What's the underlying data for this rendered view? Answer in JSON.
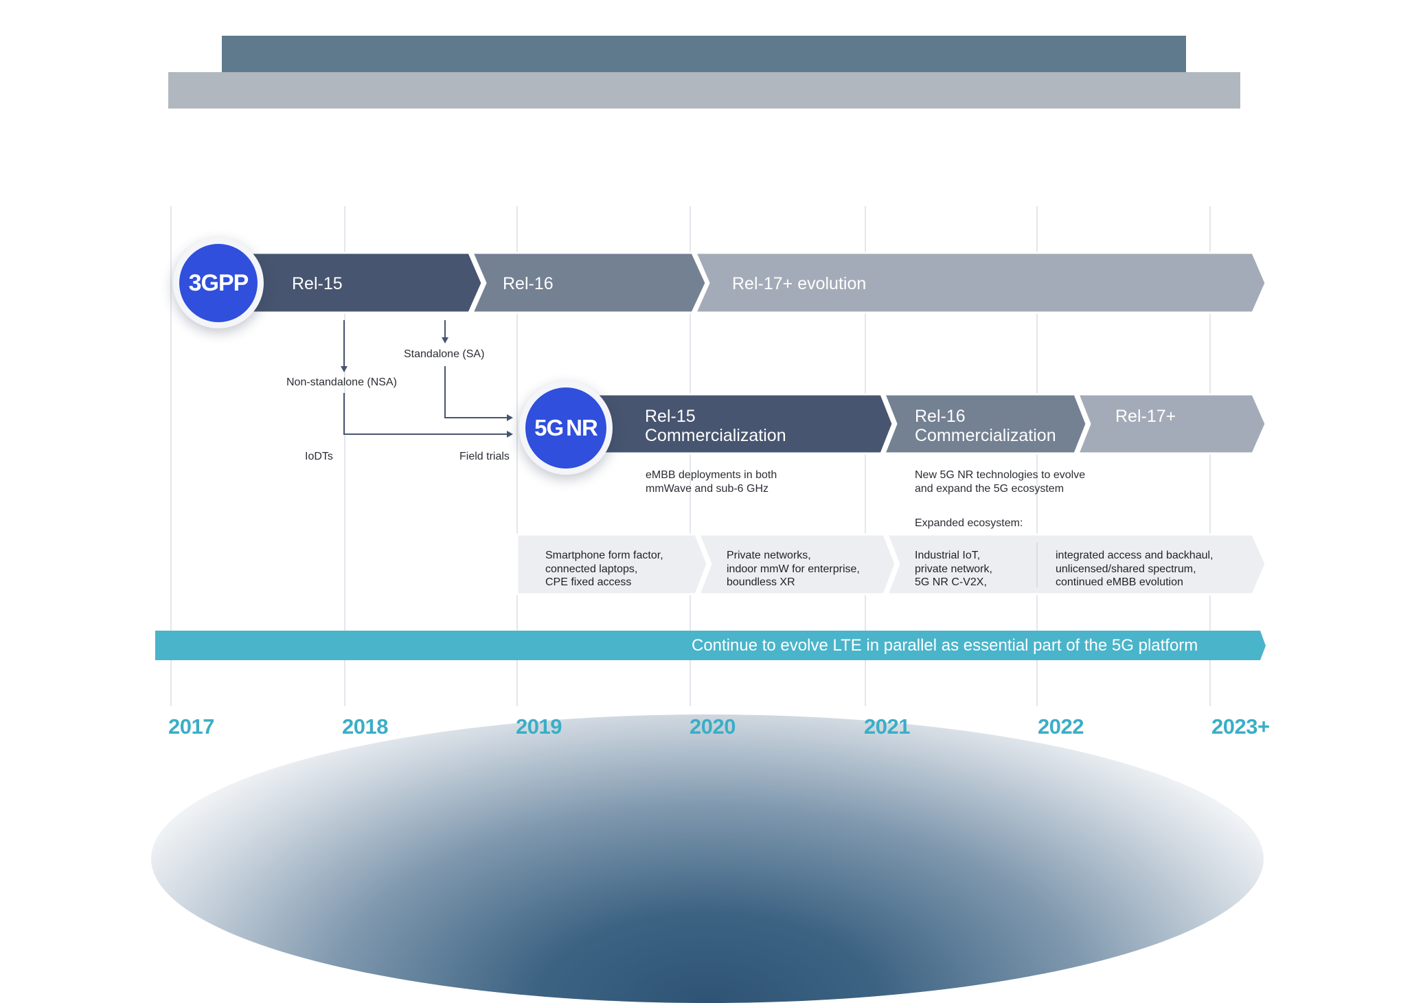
{
  "header": {
    "bars": [
      {
        "name": "top-banner-dark",
        "color": "#5e7a8c"
      },
      {
        "name": "top-banner-light",
        "color": "#b1b7bf"
      }
    ]
  },
  "colors": {
    "circle_blue": "#2f4fdc",
    "rel15": "#475570",
    "rel16": "#748193",
    "rel17": "#a4abb8",
    "eco_row": "#eceef2",
    "lte": "#4ab4ca",
    "year_text": "#3aaec6"
  },
  "gpp_row": {
    "badge": "3GPP",
    "segments": [
      {
        "label": "Rel-15"
      },
      {
        "label": "Rel-16"
      },
      {
        "label": "Rel-17+ evolution"
      }
    ]
  },
  "flow": {
    "nsa_label": "Non-standalone (NSA)",
    "sa_label": "Standalone (SA)",
    "iodts_label": "IoDTs",
    "field_trials_label": "Field trials"
  },
  "nr_row": {
    "badge": "5G NR",
    "badge_left": "5G",
    "badge_right": "NR",
    "segments": [
      {
        "line1": "Rel-15",
        "line2": "Commercialization"
      },
      {
        "line1": "Rel-16",
        "line2": "Commercialization"
      },
      {
        "line1": "Rel-17+",
        "line2": ""
      }
    ],
    "notes": {
      "rel15_line1": "eMBB deployments in both",
      "rel15_line2": "mmWave and sub-6 GHz",
      "rel16_line1": "New 5G NR technologies to evolve",
      "rel16_line2": "and expand the 5G ecosystem",
      "expanded": "Expanded ecosystem:"
    }
  },
  "ecosystem_row": {
    "cells": [
      {
        "lines": [
          "Smartphone form factor,",
          "connected laptops,",
          "CPE fixed access"
        ]
      },
      {
        "lines": [
          "Private networks,",
          "indoor mmW for enterprise,",
          "boundless XR"
        ]
      },
      {
        "lines": [
          "Industrial IoT,",
          "private network,",
          "5G NR C-V2X,"
        ]
      },
      {
        "lines": [
          "integrated access and backhaul,",
          "unlicensed/shared spectrum,",
          "continued eMBB evolution"
        ]
      }
    ]
  },
  "lte_bar": {
    "label": "Continue to evolve LTE in parallel as essential part of the 5G platform"
  },
  "timeline": {
    "years": [
      "2017",
      "2018",
      "2019",
      "2020",
      "2021",
      "2022",
      "2023+"
    ]
  }
}
